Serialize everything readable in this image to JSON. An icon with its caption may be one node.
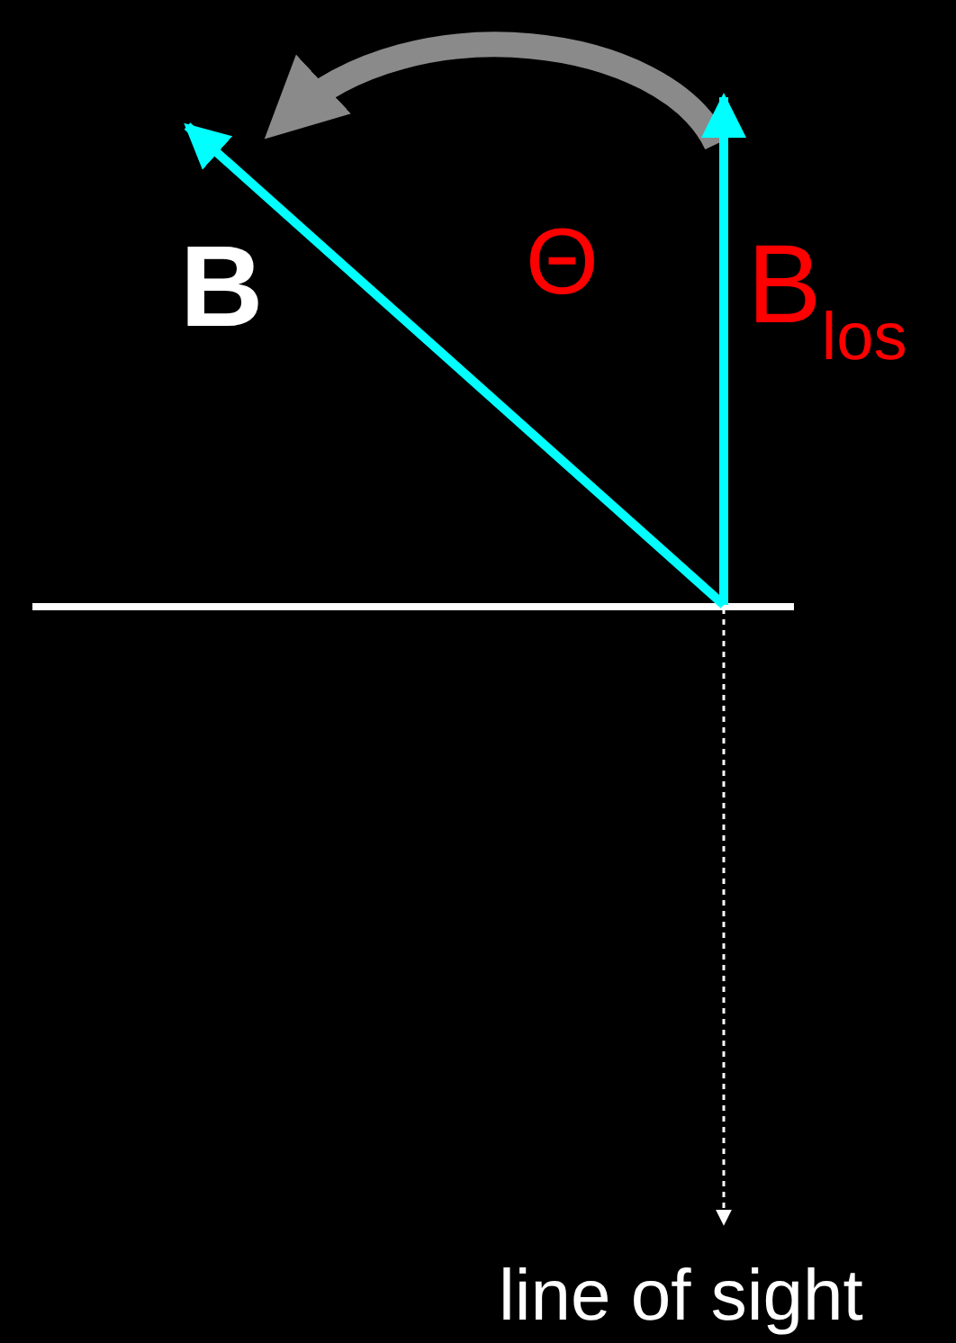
{
  "diagram": {
    "labels": [
      "B",
      "Θ",
      "B$_{los}$",
      "line of sight"
    ]
  }
}
